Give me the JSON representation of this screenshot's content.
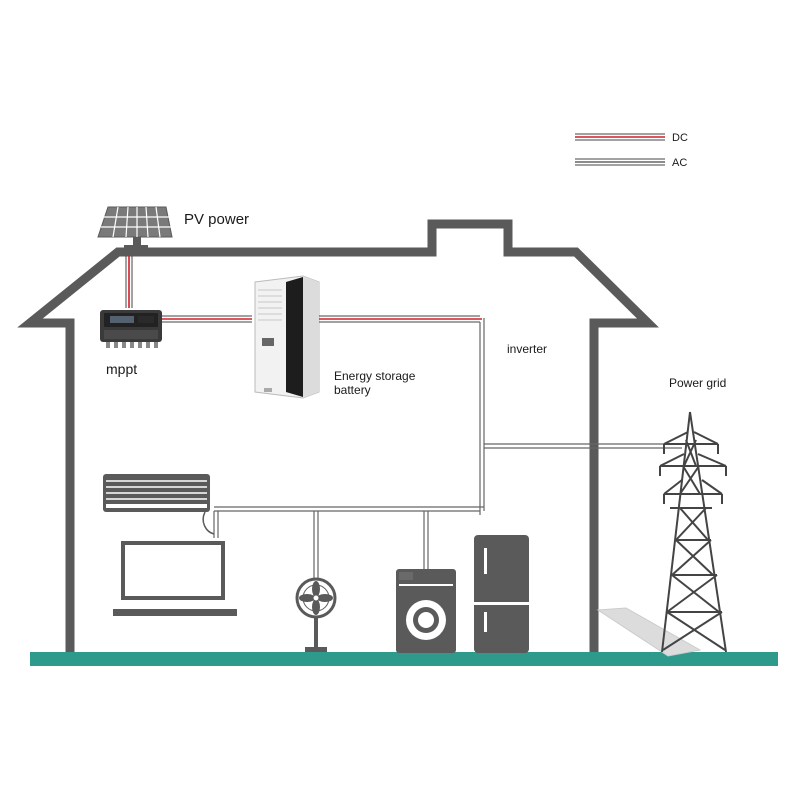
{
  "legend": {
    "dc_label": "DC",
    "ac_label": "AC"
  },
  "labels": {
    "pv_power": "PV power",
    "mppt": "mppt",
    "battery_line1": "Energy storage",
    "battery_line2": "battery",
    "inverter": "inverter",
    "power_grid": "Power grid"
  },
  "colors": {
    "house_outline": "#5a5a5a",
    "ground": "#2e9a8c",
    "dc_wire": "#d0202a",
    "ac_wire": "#555555",
    "appliance": "#5a5a5a"
  },
  "icons": [
    "solar-panel-icon",
    "mppt-controller-icon",
    "energy-storage-icon",
    "air-conditioner-icon",
    "tv-icon",
    "fan-icon",
    "washing-machine-icon",
    "refrigerator-icon",
    "transmission-tower-icon"
  ]
}
